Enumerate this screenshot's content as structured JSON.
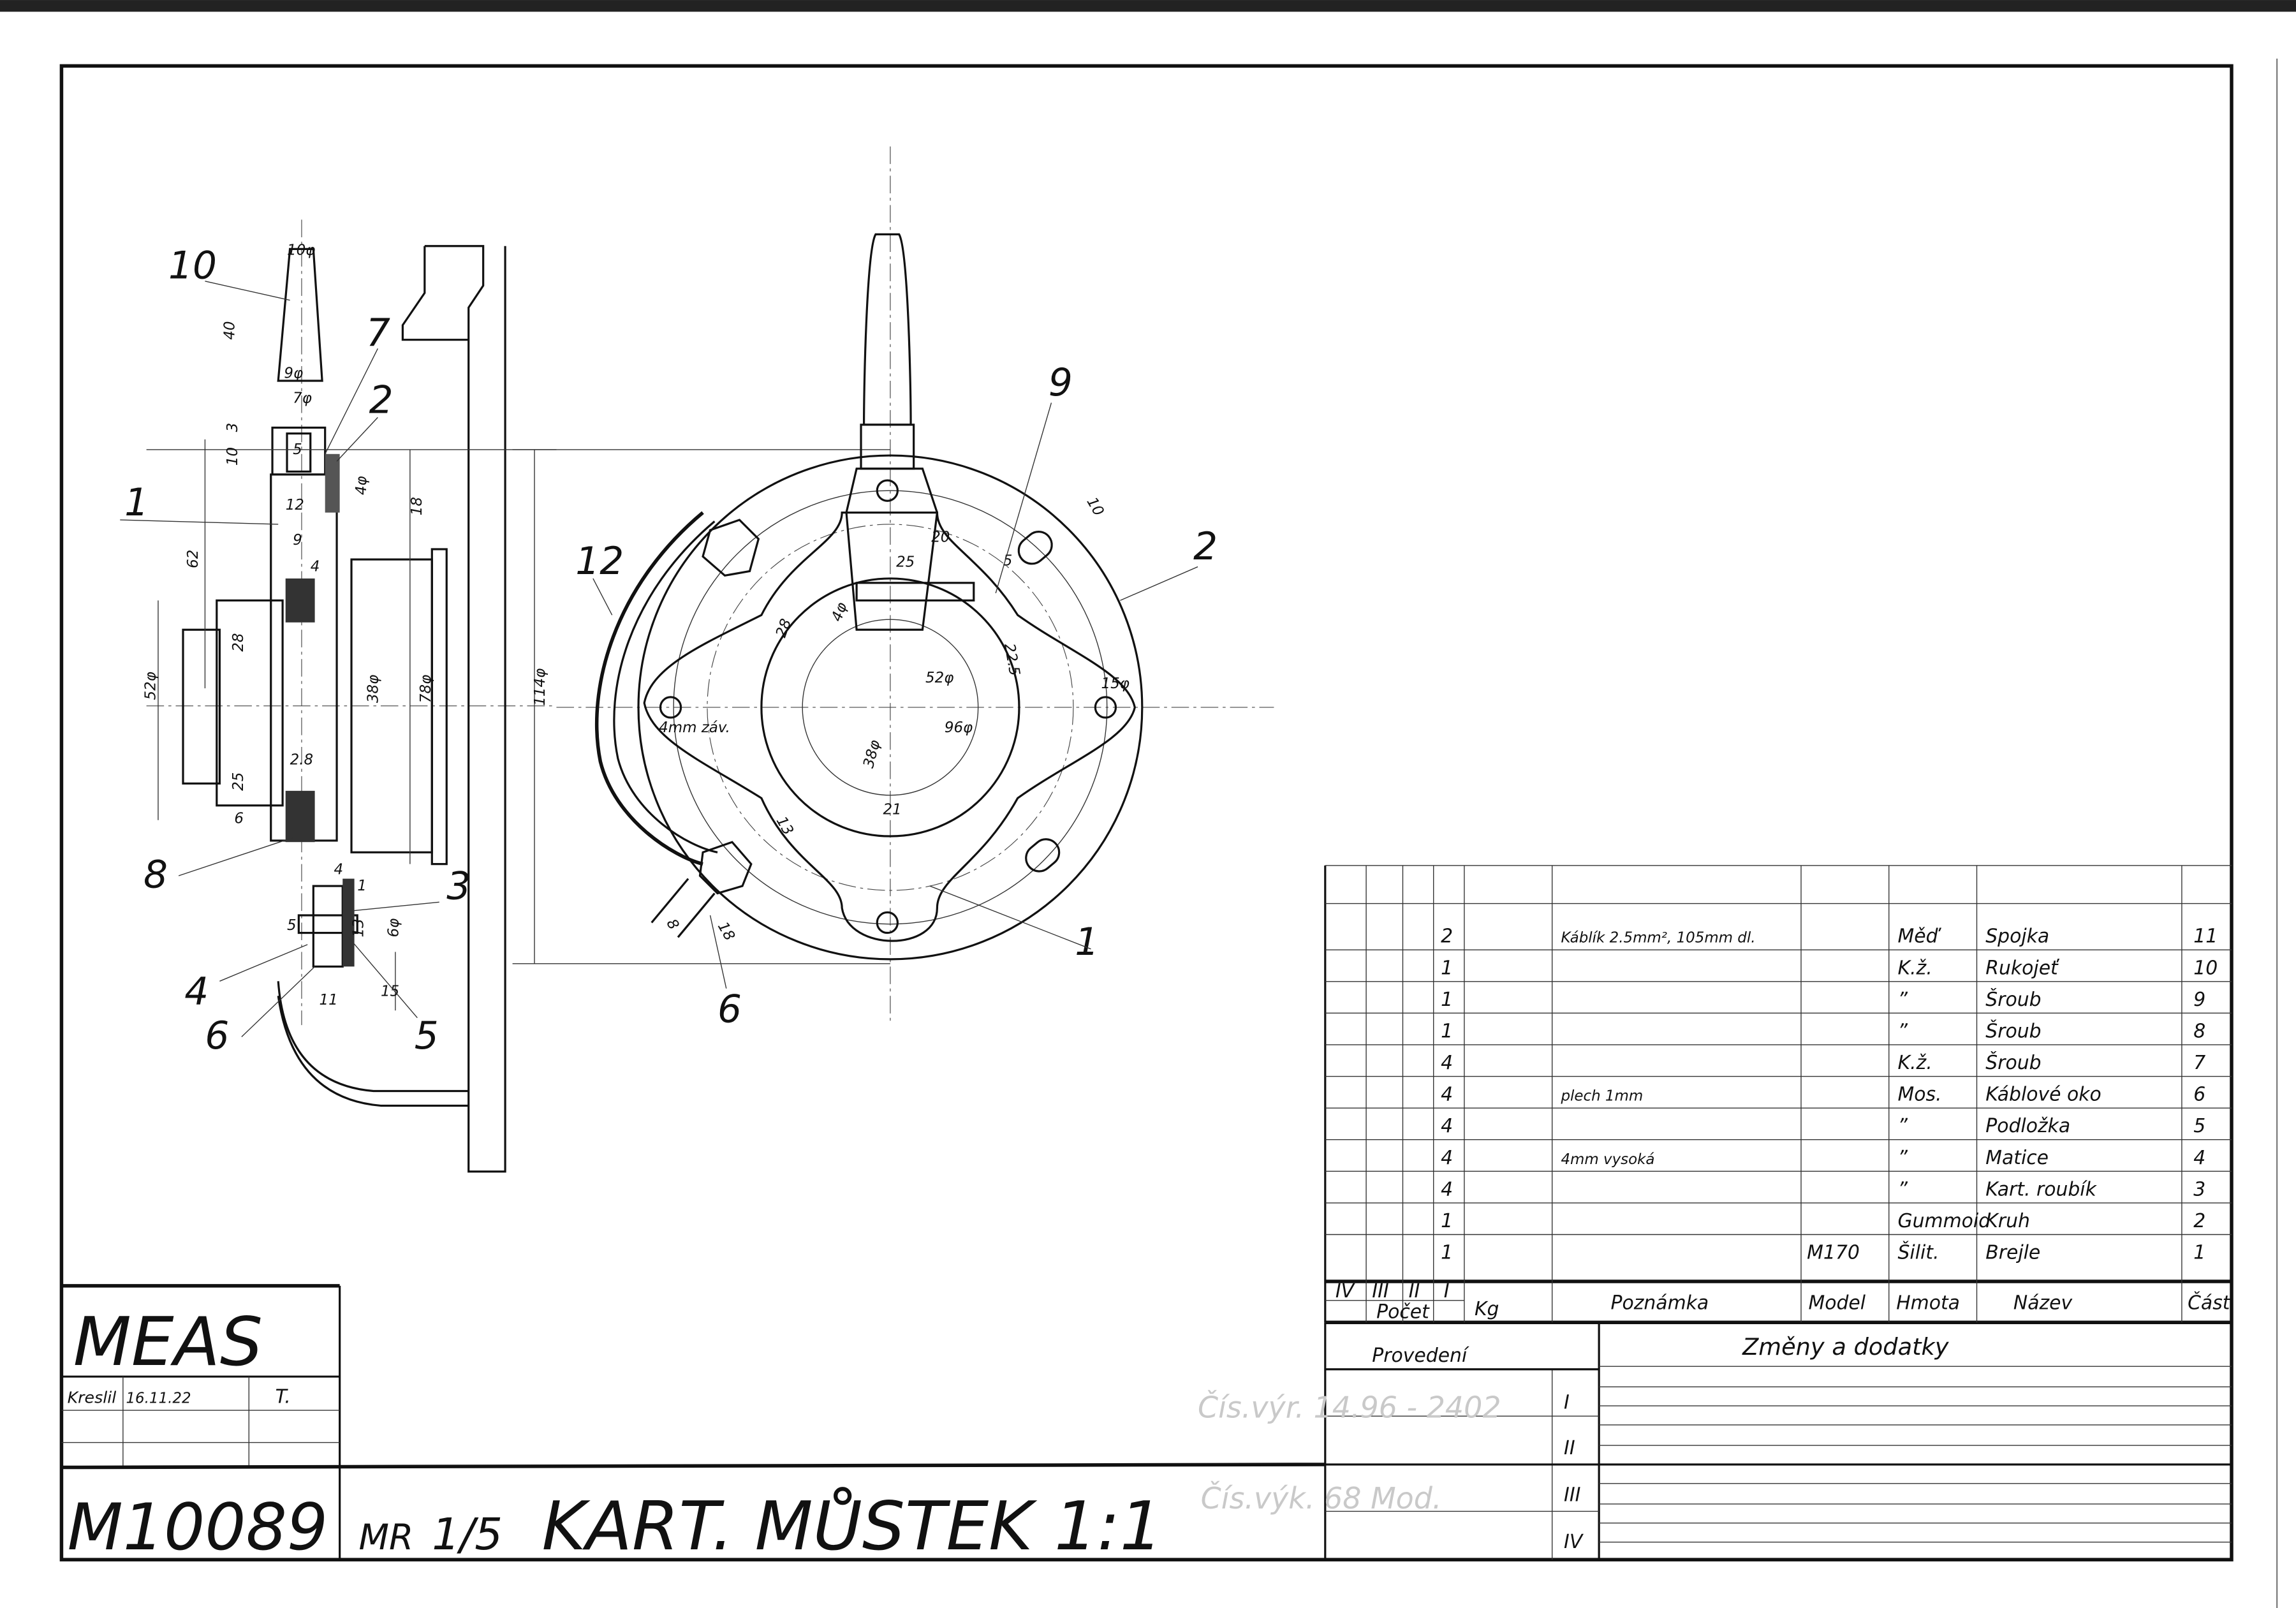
{
  "title_block": {
    "company": "MEAS",
    "drawn_label": "Kreslil",
    "drawn_date": "16.11.22",
    "drawn_by": "T.",
    "drawing_number": "M10089",
    "title_prefix": "MR",
    "title_fraction": "1/5",
    "title": "KART. MŮSTEK 1:1"
  },
  "parts_table": {
    "headers": {
      "qty_variants": [
        "IV",
        "III",
        "II",
        "I"
      ],
      "qty": "Počet",
      "weight": "Kg",
      "note": "Poznámka",
      "model": "Model",
      "material": "Hmota",
      "name": "Název",
      "part": "Část"
    },
    "rows": [
      {
        "qty": "2",
        "note": "Káblík 2.5mm², 105mm dl.",
        "model": "",
        "material": "Měď",
        "name": "Spojka",
        "part": "11"
      },
      {
        "qty": "1",
        "note": "",
        "model": "",
        "material": "K.ž.",
        "name": "Rukojeť",
        "part": "10"
      },
      {
        "qty": "1",
        "note": "",
        "model": "",
        "material": "”",
        "name": "Šroub",
        "part": "9"
      },
      {
        "qty": "1",
        "note": "",
        "model": "",
        "material": "”",
        "name": "Šroub",
        "part": "8"
      },
      {
        "qty": "4",
        "note": "",
        "model": "",
        "material": "K.ž.",
        "name": "Šroub",
        "part": "7"
      },
      {
        "qty": "4",
        "note": "plech 1mm",
        "model": "",
        "material": "Mos.",
        "name": "Káblové oko",
        "part": "6"
      },
      {
        "qty": "4",
        "note": "",
        "model": "",
        "material": "”",
        "name": "Podložka",
        "part": "5"
      },
      {
        "qty": "4",
        "note": "4mm vysoká",
        "model": "",
        "material": "”",
        "name": "Matice",
        "part": "4"
      },
      {
        "qty": "4",
        "note": "",
        "model": "",
        "material": "”",
        "name": "Kart. roubík",
        "part": "3"
      },
      {
        "qty": "1",
        "note": "",
        "model": "",
        "material": "Gummoid",
        "name": "Kruh",
        "part": "2"
      },
      {
        "qty": "1",
        "note": "",
        "model": "M170",
        "material": "Šilit.",
        "name": "Brejle",
        "part": "1"
      }
    ]
  },
  "revisions": {
    "execution_label": "Provedení",
    "changes_label": "Změny a dodatky",
    "variants": [
      "I",
      "II",
      "III",
      "IV"
    ],
    "faint_note_1": "Čís.výr. 14.96 - 2402",
    "faint_note_2": "Čís.výk. 68 Mod."
  },
  "callouts": {
    "side": [
      "10",
      "7",
      "2",
      "1",
      "8",
      "4",
      "6",
      "3",
      "5"
    ],
    "front": [
      "9",
      "2",
      "12",
      "1",
      "6"
    ]
  },
  "dimensions": {
    "side": [
      "10φ",
      "40",
      "9φ",
      "7φ",
      "3",
      "10",
      "5",
      "4φ",
      "18",
      "12",
      "62",
      "9",
      "4",
      "28",
      "52φ",
      "38φ",
      "78φ",
      "114φ",
      "25",
      "2.8",
      "6",
      "4",
      "5",
      "13",
      "6φ",
      "11",
      "15",
      "1"
    ],
    "front": [
      "10",
      "20",
      "25",
      "5",
      "4φ",
      "28",
      "22.5",
      "52φ",
      "15φ",
      "4mm záv.",
      "96φ",
      "38φ",
      "21",
      "13",
      "8",
      "18"
    ]
  }
}
